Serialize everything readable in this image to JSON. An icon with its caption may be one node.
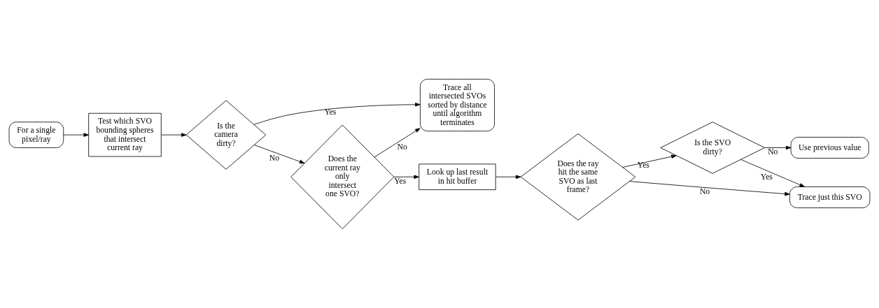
{
  "diagram": {
    "nodes": [
      {
        "text": [
          "For a single pixel/ray"
        ]
      },
      {
        "text": [
          "Test which SVO bounding spheres that intersect current ray"
        ]
      },
      {
        "text": [
          "Is the camera dirty?"
        ]
      },
      {
        "text": [
          "Trace all intersected SVOs sorted by distance until algorithm terminates"
        ]
      },
      {
        "text": [
          "Does the current ray only intersect one SVO?"
        ]
      },
      {
        "text": [
          "Look up last result in hit buffer"
        ]
      },
      {
        "text": [
          "Does the ray hit the same SVO as last frame?"
        ]
      },
      {
        "text": [
          "Is the SVO dirty?"
        ]
      },
      {
        "text": [
          "Use previous value"
        ]
      },
      {
        "text": [
          "Trace just this SVO"
        ]
      }
    ],
    "edges": [
      {
        "from": 0,
        "to": 1,
        "arrow": "to"
      },
      {
        "from": 1,
        "to": 2,
        "arrow": "to"
      },
      {
        "from": 2,
        "to": 4,
        "arrow": "to",
        "label": "No"
      },
      {
        "from": 2,
        "to": 3,
        "arrow": "to",
        "label": "Yes"
      },
      {
        "from": 4,
        "to": 5,
        "arrow": "to",
        "label": "Yes"
      },
      {
        "from": 4,
        "to": 3,
        "arrow": "to",
        "label": "No"
      },
      {
        "from": 5,
        "to": 6,
        "arrow": "to"
      },
      {
        "from": 6,
        "to": 7,
        "arrow": "to",
        "label": "Yes"
      },
      {
        "from": 6,
        "to": 9,
        "arrow": "to",
        "label": "No"
      },
      {
        "from": 7,
        "to": 8,
        "arrow": "to",
        "label": "No"
      },
      {
        "from": 7,
        "to": 9,
        "arrow": "to",
        "label": "Yes"
      }
    ]
  }
}
